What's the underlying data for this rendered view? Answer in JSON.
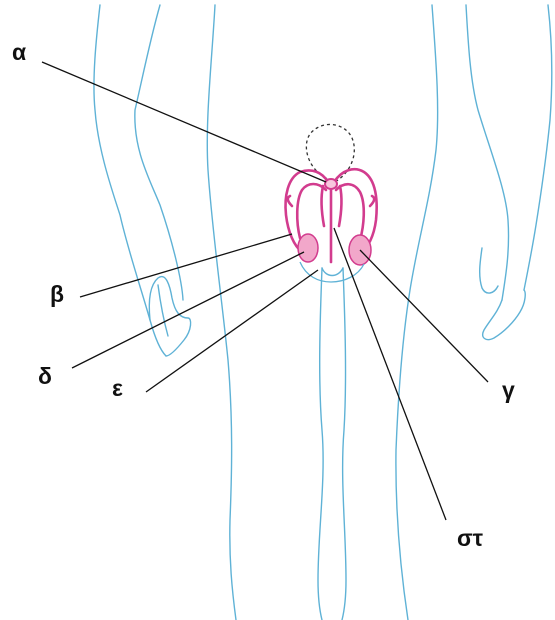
{
  "colors": {
    "body_outline": "#5fb2d6",
    "reproductive_organs": "#d23c8e",
    "testis_fill": "#f2a7ca",
    "bladder_outline": "#333333",
    "leader_lines": "#111111",
    "background": "#ffffff"
  },
  "labels": {
    "alpha": "α",
    "beta": "β",
    "gamma": "γ",
    "delta": "δ",
    "epsilon": "ε",
    "st": "στ"
  }
}
